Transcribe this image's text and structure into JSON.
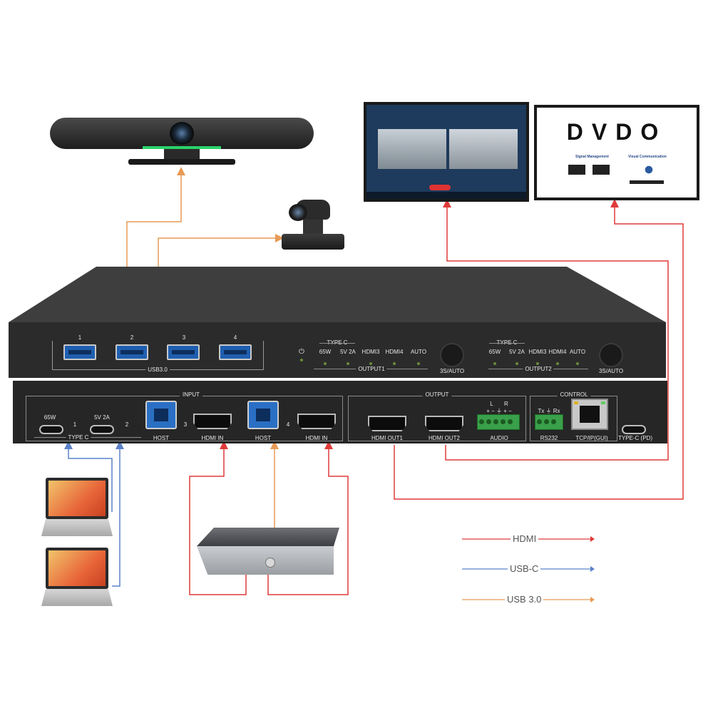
{
  "colors": {
    "hdmi": "#e03a3a",
    "usbc": "#5b82c9",
    "usb30": "#e89a55",
    "device": "#2c2c2c"
  },
  "front_panel": {
    "usb_numbers": [
      "1",
      "2",
      "3",
      "4"
    ],
    "usb_group_label": "USB3.0",
    "output1": {
      "group": "TYPE C",
      "w65": "65W",
      "w5v": "5V 2A",
      "hdmi3": "HDMI3",
      "hdmi4": "HDMI4",
      "auto": "AUTO",
      "title": "OUTPUT1",
      "button": "3S/AUTO"
    },
    "output2": {
      "group": "TYPE C",
      "w65": "65W",
      "w5v": "5V 2A",
      "hdmi3": "HDMI3",
      "hdmi4": "HDMI4",
      "auto": "AUTO",
      "title": "OUTPUT2",
      "button": "3S/AUTO"
    },
    "power_icon": "power-icon"
  },
  "rear_panel": {
    "input_title": "INPUT",
    "output_title": "OUTPUT",
    "control_title": "CONTROL",
    "typec_w65": "65W",
    "typec_w5v": "5V 2A",
    "typec_num1": "1",
    "typec_num2": "2",
    "typec_label": "TYPE C",
    "host1_num": "3",
    "host1": "HOST",
    "hdmi_in1": "HDMI IN",
    "host2_num": "4",
    "host2": "HOST",
    "hdmi_in2": "HDMI IN",
    "hdmi_out1": "HDMI OUT1",
    "hdmi_out2": "HDMI OUT2",
    "audio_top": "L       R",
    "audio_symbols": "+ − ⏚ + −",
    "audio": "AUDIO",
    "rs232_top": "Tx  ⏚  Rx",
    "rs232": "RS232",
    "tcpip": "TCP/IP(GUI)",
    "typec_pd": "TYPE-C (PD)"
  },
  "monitor_right": {
    "brand": "DVDO",
    "caption_left": "Signal Management",
    "caption_right": "Visual Communication"
  },
  "legend": [
    {
      "label": "HDMI",
      "color": "#e03a3a"
    },
    {
      "label": "USB-C",
      "color": "#5b82c9"
    },
    {
      "label": "USB 3.0",
      "color": "#e89a55"
    }
  ]
}
